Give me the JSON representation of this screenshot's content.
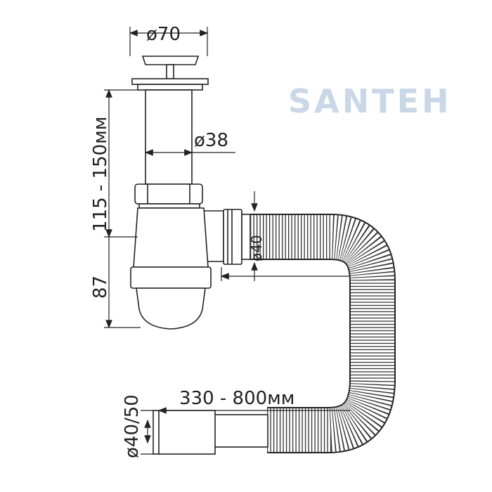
{
  "dimensions": {
    "strainer_diameter": "ø70",
    "pipe_diameter": "ø38",
    "height_range": "115 - 150мм",
    "bottle_height": "87",
    "outlet_diameter": "ø40",
    "hose_length": "330 - 800мм",
    "end_diameter": "ø40/50"
  },
  "watermark": "SANTEH",
  "colors": {
    "line": "#222222",
    "watermark": "#c9d7e6",
    "watermark_accent": "#f3dcb0"
  }
}
